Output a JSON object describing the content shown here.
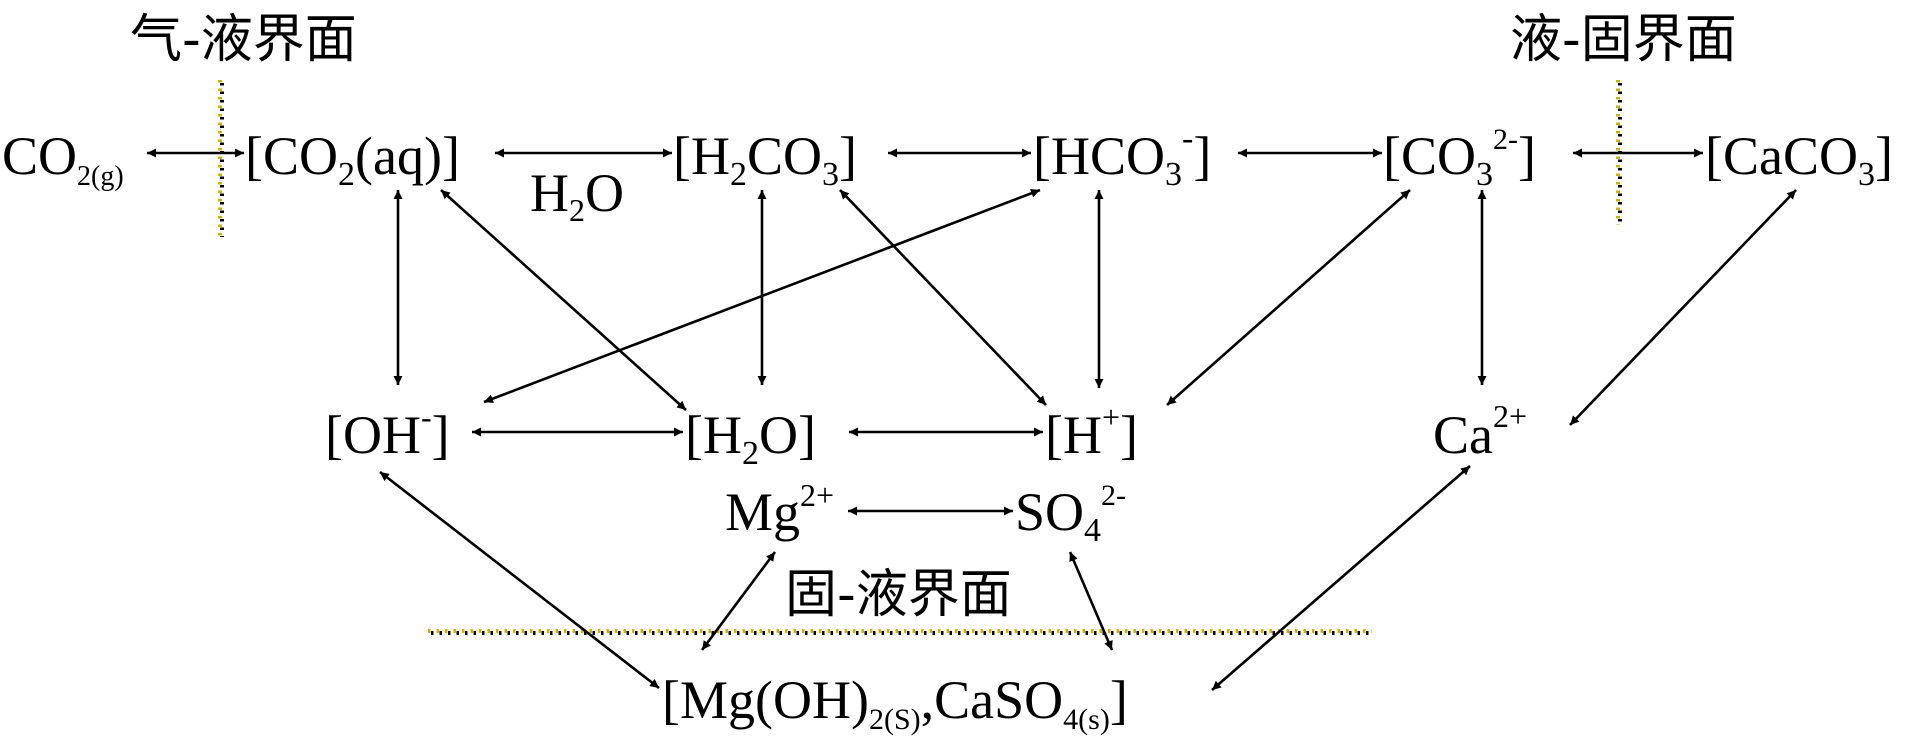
{
  "interfaces": {
    "gas_liquid": "气-液界面",
    "liquid_solid": "液-固界面",
    "solid_liquid": "固-液界面"
  },
  "species": {
    "co2_gas": {
      "base": "CO",
      "sub": "2(g)",
      "text": "CO2(g)"
    },
    "co2_aq": {
      "open": "[",
      "base": "CO",
      "sub": "2",
      "rest": "(aq)",
      "close": "]",
      "text": "[CO2(aq)]"
    },
    "h2co3": {
      "open": "[",
      "h": "H",
      "sub": "2",
      "rest": "CO",
      "sub2": "3",
      "close": "]",
      "text": "[H2CO3]"
    },
    "hco3": {
      "open": "[",
      "base": "HCO",
      "sub": "3",
      "sup": "-",
      "close": "]",
      "text": "[HCO3-]"
    },
    "co3": {
      "open": "[",
      "base": "CO",
      "sub": "3",
      "sup": "2-",
      "close": "]",
      "text": "[CO32-]"
    },
    "caco3": {
      "open": "[",
      "base": "CaCO",
      "sub": "3",
      "close": "]",
      "text": "[CaCO3]"
    },
    "oh": {
      "open": "[",
      "base": "OH",
      "sup": "-",
      "close": "]",
      "text": "[OH-]"
    },
    "h2o": {
      "open": "[",
      "h": "H",
      "sub": "2",
      "rest": "O",
      "close": "]",
      "text": "[H2O]"
    },
    "h_plus": {
      "open": "[",
      "base": "H",
      "sup": "+",
      "close": "]",
      "text": "[H+]"
    },
    "ca": {
      "base": "Ca",
      "sup": "2+",
      "text": "Ca2+"
    },
    "mg": {
      "base": "Mg",
      "sup": "2+",
      "text": "Mg2+"
    },
    "so4": {
      "base": "SO",
      "sub": "4",
      "sup": "2-",
      "text": "SO42-"
    },
    "solids": {
      "open": "[",
      "mg": "Mg(OH)",
      "sub1": "2(S)",
      "sep": ",",
      "ca": "CaSO",
      "sub2": "4(s)",
      "close": "]",
      "text": "[Mg(OH)2(S),CaSO4(s)]"
    }
  },
  "arrow_label": {
    "h": "H",
    "sub": "2",
    "o": "O",
    "text": "H2O"
  },
  "colors": {
    "ink": "#000000",
    "dotted_a": "#000000",
    "dotted_b": "#d4b000",
    "background": "#ffffff"
  },
  "reactions": [
    {
      "from": "CO2(g)",
      "to": "[CO2(aq)]"
    },
    {
      "from": "[CO2(aq)]",
      "to": "[H2CO3]",
      "label": "H2O"
    },
    {
      "from": "[H2CO3]",
      "to": "[HCO3-]"
    },
    {
      "from": "[HCO3-]",
      "to": "[CO32-]"
    },
    {
      "from": "[CO32-]",
      "to": "[CaCO3]"
    },
    {
      "from": "[CO2(aq)]",
      "to": "[OH-]"
    },
    {
      "from": "[CO2(aq)]",
      "to": "[H2O]"
    },
    {
      "from": "[H2CO3]",
      "to": "[H2O]"
    },
    {
      "from": "[H2CO3]",
      "to": "[H+]"
    },
    {
      "from": "[HCO3-]",
      "to": "[OH-]"
    },
    {
      "from": "[HCO3-]",
      "to": "[H+]"
    },
    {
      "from": "[CO32-]",
      "to": "[H+]"
    },
    {
      "from": "[CO32-]",
      "to": "Ca2+"
    },
    {
      "from": "[CaCO3]",
      "to": "Ca2+"
    },
    {
      "from": "[OH-]",
      "to": "[H2O]"
    },
    {
      "from": "[H2O]",
      "to": "[H+]"
    },
    {
      "from": "Mg2+",
      "to": "SO42-"
    },
    {
      "from": "[OH-]",
      "to": "[Mg(OH)2(S),CaSO4(s)]"
    },
    {
      "from": "Mg2+",
      "to": "[Mg(OH)2(S),CaSO4(s)]"
    },
    {
      "from": "SO42-",
      "to": "[Mg(OH)2(S),CaSO4(s)]"
    },
    {
      "from": "Ca2+",
      "to": "[Mg(OH)2(S),CaSO4(s)]"
    }
  ]
}
